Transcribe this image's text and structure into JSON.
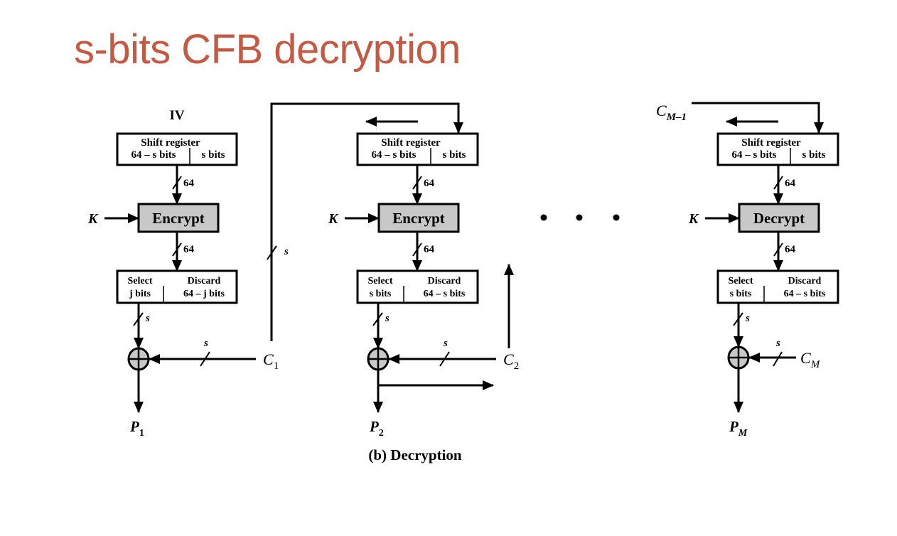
{
  "slide": {
    "title": "s-bits CFB decryption",
    "title_color": "#c55a44"
  },
  "diagram": {
    "caption": "(b) Decryption",
    "ellipsis": "• • •",
    "stages": [
      {
        "input_label": "IV",
        "shift_register": {
          "title": "Shift register",
          "left": "64 – s bits",
          "right": "s bits"
        },
        "width_to_cipher": "64",
        "key": "K",
        "cipher_label": "Encrypt",
        "width_from_cipher": "64",
        "select": {
          "left_title": "Select",
          "left_sub": "j bits",
          "right_title": "Discard",
          "right_sub": "64 – j bits"
        },
        "width_select": "s",
        "width_cipher_in": "s",
        "ciphertext": {
          "main": "C",
          "sub": "1"
        },
        "plaintext": {
          "main": "P",
          "sub": "1"
        },
        "feedback_width": "s"
      },
      {
        "shift_register": {
          "title": "Shift register",
          "left": "64 – s bits",
          "right": "s bits"
        },
        "width_to_cipher": "64",
        "key": "K",
        "cipher_label": "Encrypt",
        "width_from_cipher": "64",
        "select": {
          "left_title": "Select",
          "left_sub": "s bits",
          "right_title": "Discard",
          "right_sub": "64 – s bits"
        },
        "width_select": "s",
        "width_cipher_in": "s",
        "ciphertext": {
          "main": "C",
          "sub": "2"
        },
        "plaintext": {
          "main": "P",
          "sub": "2"
        }
      },
      {
        "input_label": {
          "main": "C",
          "sub": "M–1"
        },
        "shift_register": {
          "title": "Shift register",
          "left": "64 – s bits",
          "right": "s bits"
        },
        "width_to_cipher": "64",
        "key": "K",
        "cipher_label": "Decrypt",
        "width_from_cipher": "64",
        "select": {
          "left_title": "Select",
          "left_sub": "s bits",
          "right_title": "Discard",
          "right_sub": "64 – s bits"
        },
        "width_select": "s",
        "width_cipher_in": "s",
        "ciphertext": {
          "main": "C",
          "sub": "M"
        },
        "plaintext": {
          "main": "P",
          "sub": "M"
        }
      }
    ]
  }
}
